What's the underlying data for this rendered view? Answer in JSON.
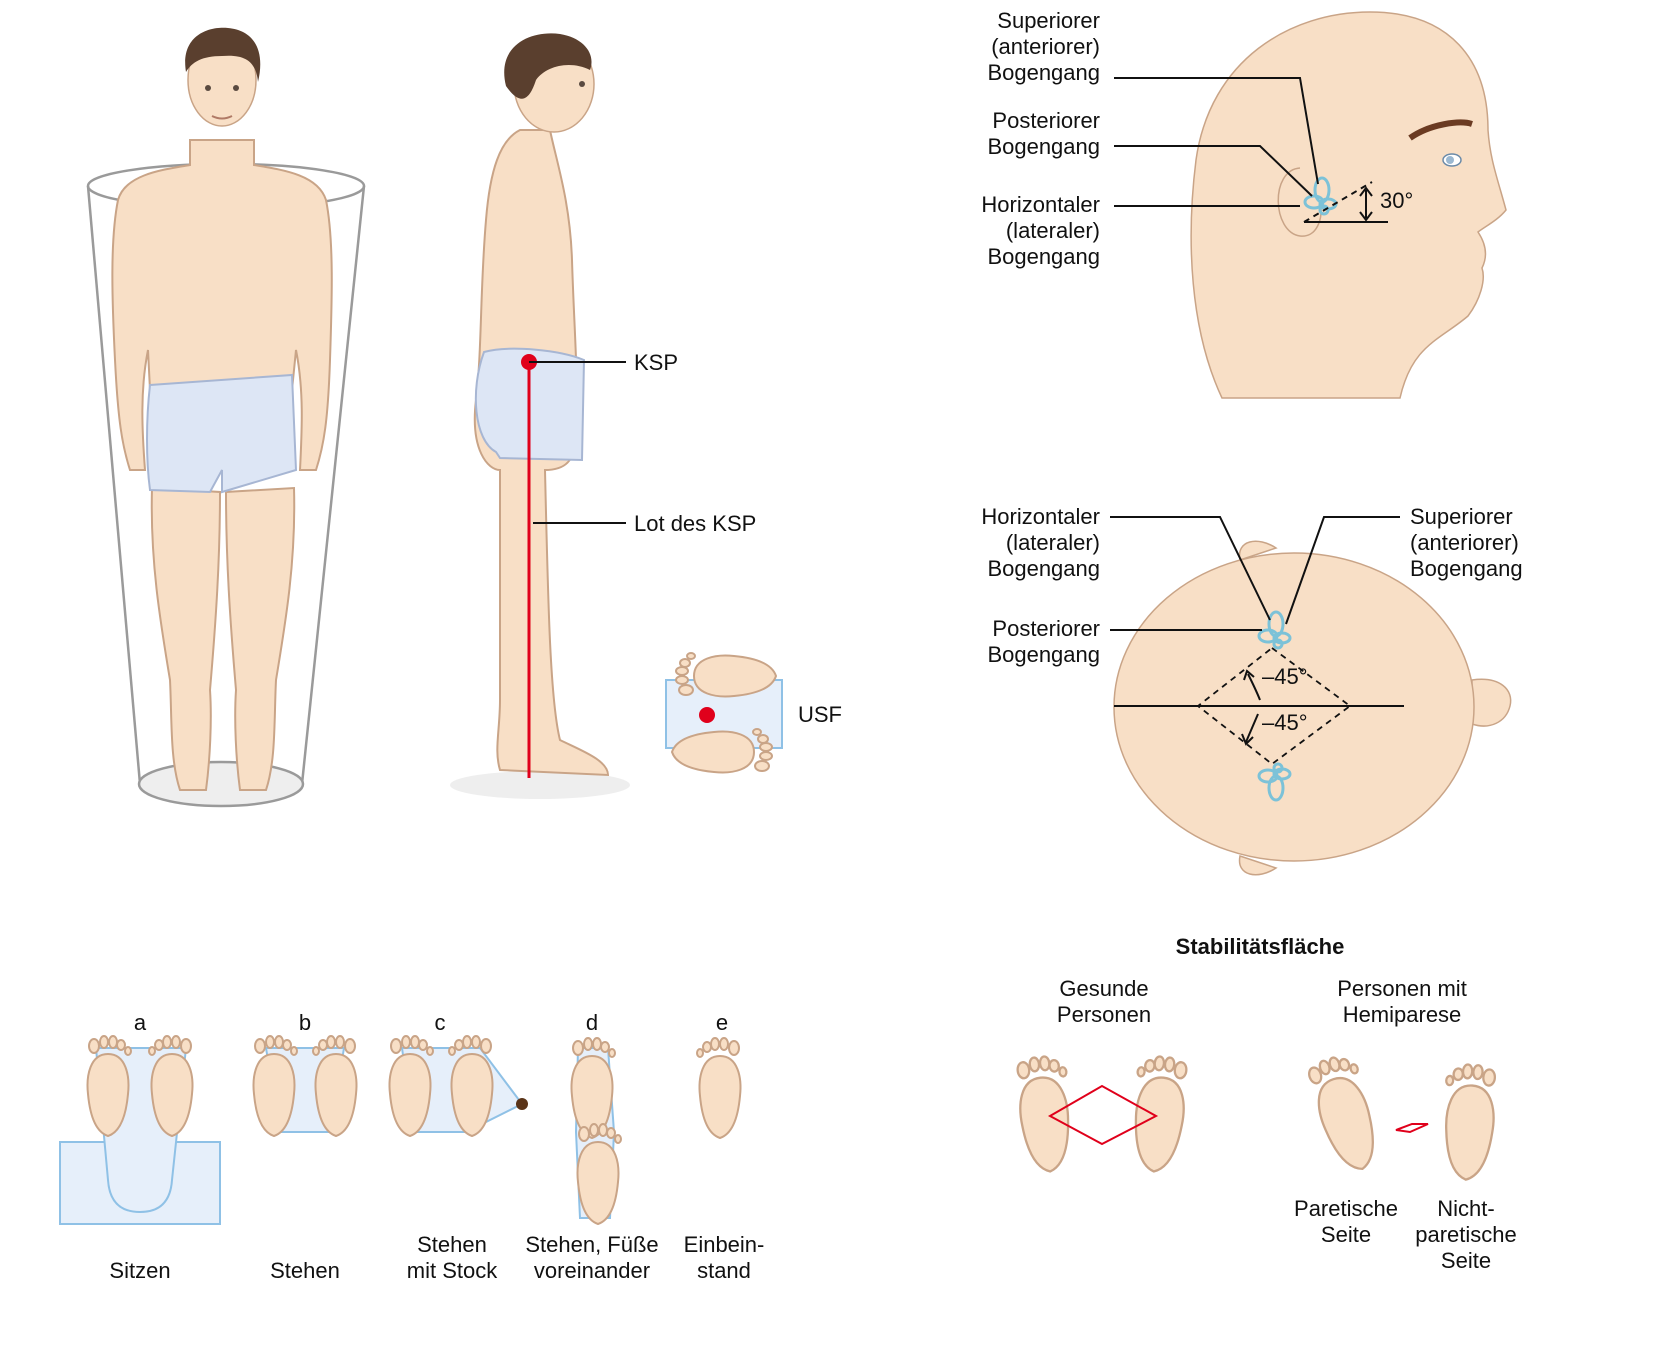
{
  "panels": {
    "center_of_mass": {
      "ksp_label": "KSP",
      "plumb_label": "Lot des KSP",
      "base_label": "USF"
    },
    "head_lateral": {
      "superior_label": [
        "Superiorer",
        "(anteriorer)",
        "Bogengang"
      ],
      "posterior_label": [
        "Posteriorer",
        "Bogengang"
      ],
      "horizontal_label": [
        "Horizontaler",
        "(lateraler)",
        "Bogengang"
      ],
      "angle_label": "30°"
    },
    "head_top": {
      "horizontal_label": [
        "Horizontaler",
        "(lateraler)",
        "Bogengang"
      ],
      "superior_label": [
        "Superiorer",
        "(anteriorer)",
        "Bogengang"
      ],
      "posterior_label": [
        "Posteriorer",
        "Bogengang"
      ],
      "angle_upper": "–45°",
      "angle_lower": "–45°"
    },
    "support_bases": {
      "items": [
        {
          "letter": "a",
          "caption": [
            "Sitzen"
          ]
        },
        {
          "letter": "b",
          "caption": [
            "Stehen"
          ]
        },
        {
          "letter": "c",
          "caption": [
            "Stehen",
            "mit Stock"
          ]
        },
        {
          "letter": "d",
          "caption": [
            "Stehen, Füße",
            "voreinander"
          ]
        },
        {
          "letter": "e",
          "caption": [
            "Einbein-",
            "stand"
          ]
        }
      ]
    },
    "stability": {
      "title": "Stabilitätsfläche",
      "healthy_label": [
        "Gesunde",
        "Personen"
      ],
      "hemiparesis_label": [
        "Personen mit",
        "Hemiparese"
      ],
      "paretic_label": [
        "Paretische",
        "Seite"
      ],
      "nonparetic_label": [
        "Nicht-",
        "paretische",
        "Seite"
      ]
    }
  },
  "colors": {
    "skin": "#f8dfc6",
    "hair": "#5a3f2e",
    "shorts": "#dde6f5",
    "com_red": "#e0001b",
    "canal_blue": "#7cc2d8",
    "support_area_blue": "#e6effa"
  }
}
